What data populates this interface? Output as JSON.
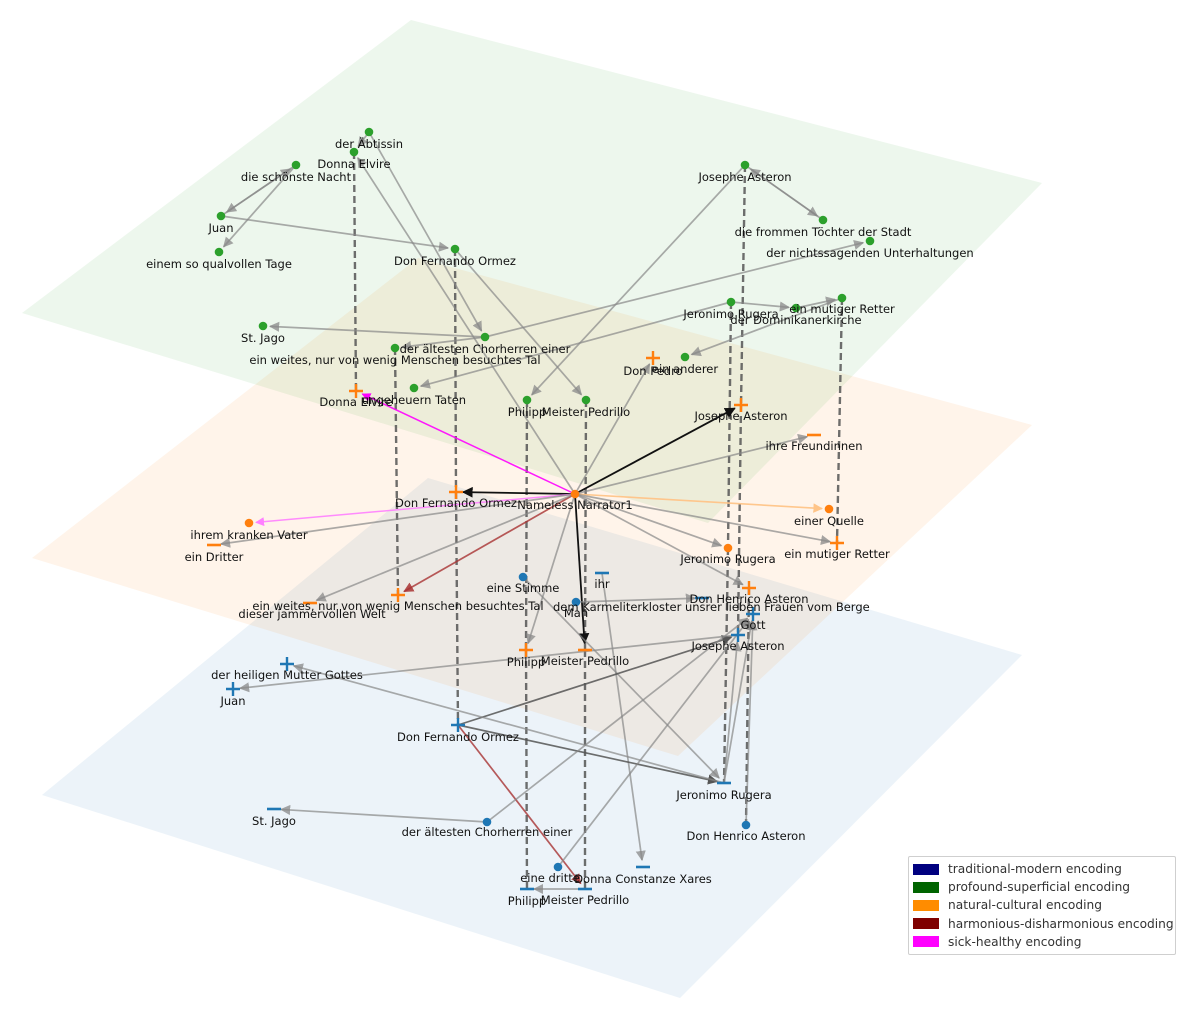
{
  "legend": {
    "items": [
      {
        "label": "traditional-modern encoding",
        "color": "#00007f"
      },
      {
        "label": "profound-superficial encoding",
        "color": "#006400"
      },
      {
        "label": "natural-cultural encoding",
        "color": "#ff8c00"
      },
      {
        "label": "harmonious-disharmonious encoding",
        "color": "#7f0000"
      },
      {
        "label": "sick-healthy encoding",
        "color": "#ff00ff"
      }
    ]
  },
  "layer_colors": {
    "green": "#2ca02c",
    "orange": "#ff7f0e",
    "blue": "#1f77b4"
  },
  "nodes": [
    {
      "id": "g_abtissin",
      "label": "der Äbtissin",
      "layer": "green",
      "marker": "dot"
    },
    {
      "id": "g_elvire",
      "label": "Donna Elvire",
      "layer": "green",
      "marker": "dot"
    },
    {
      "id": "g_nacht",
      "label": "die schönste Nacht",
      "layer": "green",
      "marker": "dot"
    },
    {
      "id": "g_juan",
      "label": "Juan",
      "layer": "green",
      "marker": "dot"
    },
    {
      "id": "g_tage",
      "label": "einem so qualvollen Tage",
      "layer": "green",
      "marker": "dot"
    },
    {
      "id": "g_fernando",
      "label": "Don Fernando Ormez",
      "layer": "green",
      "marker": "dot"
    },
    {
      "id": "g_josephe",
      "label": "Josephe Asteron",
      "layer": "green",
      "marker": "dot"
    },
    {
      "id": "g_toechter",
      "label": "die frommen Töchter der Stadt",
      "layer": "green",
      "marker": "dot"
    },
    {
      "id": "g_unterhalt",
      "label": "der nichtssagenden Unterhaltungen",
      "layer": "green",
      "marker": "dot"
    },
    {
      "id": "g_jago",
      "label": "St. Jago",
      "layer": "green",
      "marker": "dot"
    },
    {
      "id": "g_chorherren",
      "label": "der ältesten Chorherren einer",
      "layer": "green",
      "marker": "dot"
    },
    {
      "id": "g_tal",
      "label": "ein weites, nur von wenig Menschen besuchtes Tal",
      "layer": "green",
      "marker": "dot"
    },
    {
      "id": "g_taten",
      "label": "ungeheuern Taten",
      "layer": "green",
      "marker": "dot"
    },
    {
      "id": "g_jeronimo",
      "label": "Jeronimo Rugera",
      "layer": "green",
      "marker": "dot"
    },
    {
      "id": "g_kirche",
      "label": "der Dominikanerkirche",
      "layer": "green",
      "marker": "dot"
    },
    {
      "id": "g_retter",
      "label": "ein mutiger Retter",
      "layer": "green",
      "marker": "dot"
    },
    {
      "id": "g_anderer",
      "label": "ein anderer",
      "layer": "green",
      "marker": "dot"
    },
    {
      "id": "g_philipp",
      "label": "Philipp",
      "layer": "green",
      "marker": "dot"
    },
    {
      "id": "g_pedrillo",
      "label": "Meister Pedrillo",
      "layer": "green",
      "marker": "dot"
    },
    {
      "id": "o_elvire",
      "label": "Donna Elvire",
      "layer": "orange",
      "marker": "plus"
    },
    {
      "id": "o_pedro",
      "label": "Don Pedro",
      "layer": "orange",
      "marker": "plus"
    },
    {
      "id": "o_josephe",
      "label": "Josephe Asteron",
      "layer": "orange",
      "marker": "plus"
    },
    {
      "id": "o_freundinnen",
      "label": "ihre Freundinnen",
      "layer": "orange",
      "marker": "hline"
    },
    {
      "id": "o_fernando",
      "label": "Don Fernando Ormez",
      "layer": "orange",
      "marker": "plus"
    },
    {
      "id": "o_narrator",
      "label": "Nameless Narrator1",
      "layer": "orange",
      "marker": "dot"
    },
    {
      "id": "o_vater",
      "label": "ihrem kranken Vater",
      "layer": "orange",
      "marker": "dot"
    },
    {
      "id": "o_dritter",
      "label": "ein Dritter",
      "layer": "orange",
      "marker": "hline"
    },
    {
      "id": "o_quelle",
      "label": "einer Quelle",
      "layer": "orange",
      "marker": "dot"
    },
    {
      "id": "o_retter",
      "label": "ein mutiger Retter",
      "layer": "orange",
      "marker": "plus"
    },
    {
      "id": "o_jeronimo",
      "label": "Jeronimo Rugera",
      "layer": "orange",
      "marker": "dot"
    },
    {
      "id": "o_henrico",
      "label": "Don Henrico Asteron",
      "layer": "orange",
      "marker": "plus"
    },
    {
      "id": "o_tal",
      "label": "ein weites, nur von wenig Menschen besuchtes Tal",
      "layer": "orange",
      "marker": "plus"
    },
    {
      "id": "o_welt",
      "label": "dieser jammervollen Welt",
      "layer": "orange",
      "marker": "hline"
    },
    {
      "id": "o_philipp",
      "label": "Philipp",
      "layer": "orange",
      "marker": "plus"
    },
    {
      "id": "o_pedrillo",
      "label": "Meister Pedrillo",
      "layer": "orange",
      "marker": "hline"
    },
    {
      "id": "b_stimme",
      "label": "eine Stimme",
      "layer": "blue",
      "marker": "dot"
    },
    {
      "id": "b_ihr",
      "label": "ihr",
      "layer": "blue",
      "marker": "hline"
    },
    {
      "id": "b_man",
      "label": "Man",
      "layer": "blue",
      "marker": "dot"
    },
    {
      "id": "b_karmeliter",
      "label": "dem Karmeliterkloster unsrer lieben Frauen vom Berge",
      "layer": "blue",
      "marker": "hline"
    },
    {
      "id": "b_gott",
      "label": "Gott",
      "layer": "blue",
      "marker": "plus"
    },
    {
      "id": "b_josephe",
      "label": "Josephe Asteron",
      "layer": "blue",
      "marker": "plus"
    },
    {
      "id": "b_mutter",
      "label": "der heiligen Mutter Gottes",
      "layer": "blue",
      "marker": "plus"
    },
    {
      "id": "b_juan",
      "label": "Juan",
      "layer": "blue",
      "marker": "plus"
    },
    {
      "id": "b_fernando",
      "label": "Don Fernando Ormez",
      "layer": "blue",
      "marker": "plus"
    },
    {
      "id": "b_jeronimo",
      "label": "Jeronimo Rugera",
      "layer": "blue",
      "marker": "hline"
    },
    {
      "id": "b_henrico",
      "label": "Don Henrico Asteron",
      "layer": "blue",
      "marker": "dot"
    },
    {
      "id": "b_jago",
      "label": "St. Jago",
      "layer": "blue",
      "marker": "hline"
    },
    {
      "id": "b_chorherren",
      "label": "der ältesten Chorherren einer",
      "layer": "blue",
      "marker": "dot"
    },
    {
      "id": "b_dritte",
      "label": "eine dritte",
      "layer": "blue",
      "marker": "dot"
    },
    {
      "id": "b_constanze",
      "label": "Donna Constanze Xares",
      "layer": "blue",
      "marker": "hline"
    },
    {
      "id": "b_philipp",
      "label": "Philipp",
      "layer": "blue",
      "marker": "hline"
    },
    {
      "id": "b_pedrillo",
      "label": "Meister Pedrillo",
      "layer": "blue",
      "marker": "hline"
    }
  ],
  "edges": [
    {
      "from": "g_abtissin",
      "to": "g_elvire",
      "kind": "gray"
    },
    {
      "from": "g_abtissin",
      "to": "g_chorherren",
      "kind": "gray"
    },
    {
      "from": "g_nacht",
      "to": "g_juan",
      "kind": "gray"
    },
    {
      "from": "g_nacht",
      "to": "g_tage",
      "kind": "gray"
    },
    {
      "from": "g_juan",
      "to": "g_nacht",
      "kind": "gray"
    },
    {
      "from": "g_juan",
      "to": "g_fernando",
      "kind": "gray"
    },
    {
      "from": "g_fernando",
      "to": "g_pedrillo",
      "kind": "gray"
    },
    {
      "from": "g_josephe",
      "to": "g_toechter",
      "kind": "gray"
    },
    {
      "from": "g_toechter",
      "to": "g_josephe",
      "kind": "gray"
    },
    {
      "from": "g_josephe",
      "to": "g_philipp",
      "kind": "gray"
    },
    {
      "from": "g_chorherren",
      "to": "g_unterhalt",
      "kind": "gray"
    },
    {
      "from": "g_chorherren",
      "to": "g_jago",
      "kind": "gray"
    },
    {
      "from": "g_chorherren",
      "to": "g_tal",
      "kind": "gray"
    },
    {
      "from": "g_jeronimo",
      "to": "g_taten",
      "kind": "gray"
    },
    {
      "from": "g_jeronimo",
      "to": "g_kirche",
      "kind": "gray"
    },
    {
      "from": "g_kirche",
      "to": "g_retter",
      "kind": "gray"
    },
    {
      "from": "g_retter",
      "to": "g_anderer",
      "kind": "gray"
    },
    {
      "from": "o_narrator",
      "to": "o_josephe",
      "kind": "black"
    },
    {
      "from": "o_narrator",
      "to": "o_fernando",
      "kind": "black"
    },
    {
      "from": "o_narrator",
      "to": "o_elvire",
      "kind": "magenta"
    },
    {
      "from": "o_narrator",
      "to": "o_vater",
      "kind": "lightmagenta"
    },
    {
      "from": "o_narrator",
      "to": "o_quelle",
      "kind": "lightorange"
    },
    {
      "from": "o_narrator",
      "to": "o_tal",
      "kind": "red"
    },
    {
      "from": "o_narrator",
      "to": "o_pedrillo",
      "kind": "black"
    },
    {
      "from": "o_narrator",
      "to": "o_philipp",
      "kind": "gray"
    },
    {
      "from": "o_narrator",
      "to": "o_jeronimo",
      "kind": "gray"
    },
    {
      "from": "o_narrator",
      "to": "o_henrico",
      "kind": "gray"
    },
    {
      "from": "o_narrator",
      "to": "o_retter",
      "kind": "gray"
    },
    {
      "from": "o_narrator",
      "to": "o_freundinnen",
      "kind": "gray"
    },
    {
      "from": "o_narrator",
      "to": "o_pedro",
      "kind": "gray"
    },
    {
      "from": "o_narrator",
      "to": "o_dritter",
      "kind": "gray"
    },
    {
      "from": "o_narrator",
      "to": "o_welt",
      "kind": "gray"
    },
    {
      "from": "o_narrator",
      "to": "g_elvire",
      "kind": "gray"
    },
    {
      "from": "b_stimme",
      "to": "b_jeronimo",
      "kind": "gray"
    },
    {
      "from": "b_man",
      "to": "b_karmeliter",
      "kind": "gray"
    },
    {
      "from": "b_ihr",
      "to": "b_constanze",
      "kind": "gray"
    },
    {
      "from": "b_fernando",
      "to": "b_josephe",
      "kind": "darkgray"
    },
    {
      "from": "b_fernando",
      "to": "b_jeronimo",
      "kind": "darkgray"
    },
    {
      "from": "b_fernando",
      "to": "b_pedrillo",
      "kind": "red"
    },
    {
      "from": "b_jeronimo",
      "to": "b_mutter",
      "kind": "gray"
    },
    {
      "from": "b_jeronimo",
      "to": "b_gott",
      "kind": "gray"
    },
    {
      "from": "b_jeronimo",
      "to": "b_josephe",
      "kind": "gray"
    },
    {
      "from": "b_josephe",
      "to": "b_juan",
      "kind": "gray"
    },
    {
      "from": "b_henrico",
      "to": "b_gott",
      "kind": "gray"
    },
    {
      "from": "b_chorherren",
      "to": "b_jago",
      "kind": "gray"
    },
    {
      "from": "b_chorherren",
      "to": "b_gott",
      "kind": "gray"
    },
    {
      "from": "b_dritte",
      "to": "b_gott",
      "kind": "gray"
    },
    {
      "from": "b_pedrillo",
      "to": "b_philipp",
      "kind": "gray"
    }
  ],
  "interlayer": [
    {
      "from": "g_elvire",
      "to": "o_elvire"
    },
    {
      "from": "g_fernando",
      "to": "o_fernando"
    },
    {
      "from": "o_fernando",
      "to": "b_fernando"
    },
    {
      "from": "g_josephe",
      "to": "o_josephe"
    },
    {
      "from": "o_josephe",
      "to": "b_josephe"
    },
    {
      "from": "g_jeronimo",
      "to": "o_jeronimo"
    },
    {
      "from": "o_jeronimo",
      "to": "b_jeronimo"
    },
    {
      "from": "g_retter",
      "to": "o_retter"
    },
    {
      "from": "g_tal",
      "to": "o_tal"
    },
    {
      "from": "g_philipp",
      "to": "o_philipp"
    },
    {
      "from": "o_philipp",
      "to": "b_philipp"
    },
    {
      "from": "g_pedrillo",
      "to": "o_pedrillo"
    },
    {
      "from": "o_pedrillo",
      "to": "b_pedrillo"
    },
    {
      "from": "o_henrico",
      "to": "b_henrico"
    }
  ]
}
